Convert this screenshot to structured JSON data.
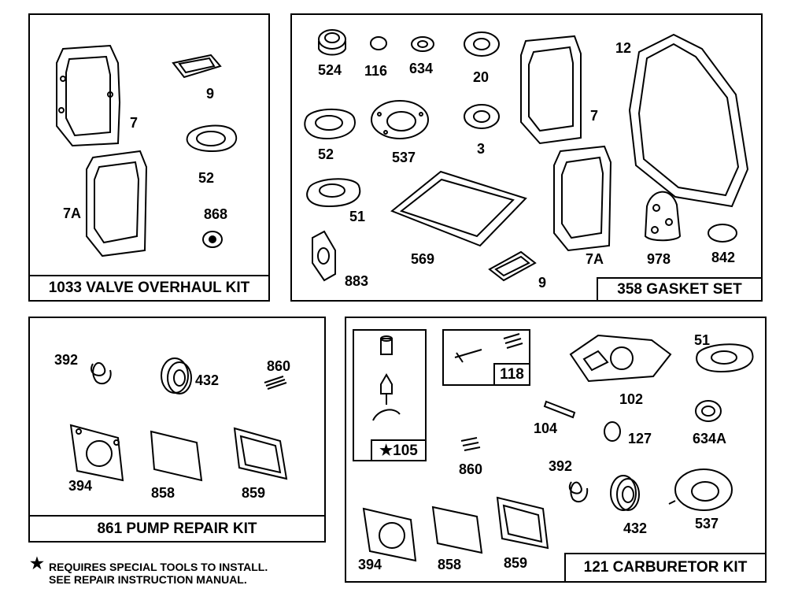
{
  "kits": {
    "valve_overhaul": "1033 VALVE OVERHAUL KIT",
    "gasket_set": "358 GASKET SET",
    "pump_repair": "861 PUMP REPAIR KIT",
    "carburetor": "121 CARBURETOR KIT"
  },
  "valve_overhaul_parts": [
    "7",
    "9",
    "52",
    "7A",
    "868"
  ],
  "gasket_set_parts": [
    "524",
    "116",
    "634",
    "20",
    "12",
    "52",
    "537",
    "3",
    "7",
    "51",
    "569",
    "7A",
    "978",
    "842",
    "883",
    "9"
  ],
  "pump_repair_parts": [
    "392",
    "432",
    "860",
    "394",
    "858",
    "859"
  ],
  "carburetor_parts": [
    "118",
    "★105",
    "51",
    "102",
    "104",
    "127",
    "634A",
    "860",
    "392",
    "432",
    "537",
    "394",
    "858",
    "859"
  ],
  "footnote": {
    "symbol": "★",
    "line1": "REQUIRES SPECIAL TOOLS TO INSTALL.",
    "line2": "SEE REPAIR INSTRUCTION MANUAL."
  }
}
